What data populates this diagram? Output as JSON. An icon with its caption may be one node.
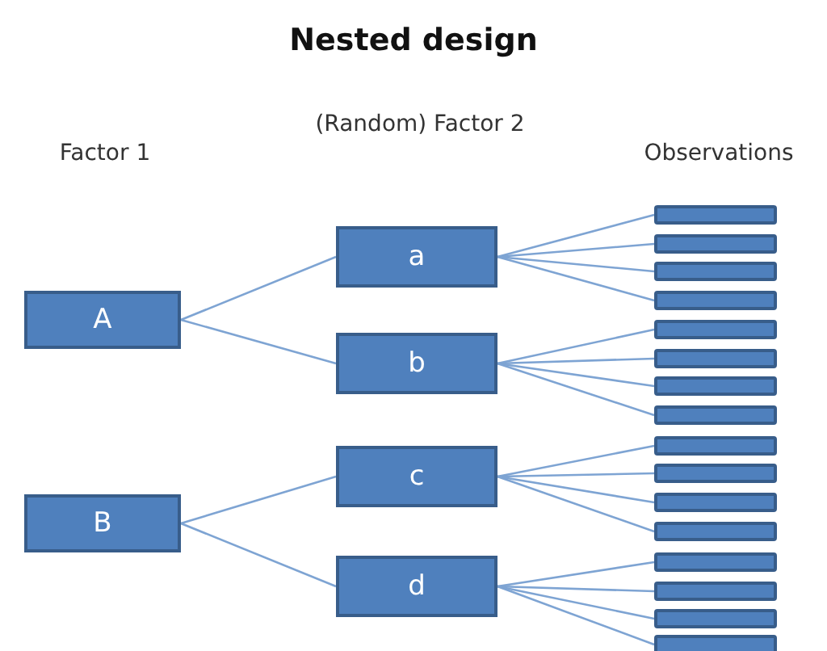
{
  "diagram": {
    "title": "Nested design",
    "nodes": [
      {
        "text": [
          "A"
        ]
      },
      {
        "text": [
          "B"
        ]
      },
      {
        "text": [
          "a"
        ]
      },
      {
        "text": [
          "b"
        ]
      },
      {
        "text": [
          "c"
        ]
      },
      {
        "text": [
          "d"
        ]
      },
      {
        "text": [],
        "shape": "bar"
      },
      {
        "text": [],
        "shape": "bar"
      },
      {
        "text": [],
        "shape": "bar"
      },
      {
        "text": [],
        "shape": "bar"
      },
      {
        "text": [],
        "shape": "bar"
      },
      {
        "text": [],
        "shape": "bar"
      },
      {
        "text": [],
        "shape": "bar"
      },
      {
        "text": [],
        "shape": "bar"
      },
      {
        "text": [],
        "shape": "bar"
      },
      {
        "text": [],
        "shape": "bar"
      },
      {
        "text": [],
        "shape": "bar"
      },
      {
        "text": [],
        "shape": "bar"
      },
      {
        "text": [],
        "shape": "bar"
      },
      {
        "text": [],
        "shape": "bar"
      },
      {
        "text": [],
        "shape": "bar"
      },
      {
        "text": [],
        "shape": "bar"
      }
    ],
    "edges": [
      {
        "from": 0,
        "to": 2,
        "arrow": "none"
      },
      {
        "from": 0,
        "to": 3,
        "arrow": "none"
      },
      {
        "from": 1,
        "to": 4,
        "arrow": "none"
      },
      {
        "from": 1,
        "to": 5,
        "arrow": "none"
      },
      {
        "from": 2,
        "to": 6,
        "arrow": "none"
      },
      {
        "from": 2,
        "to": 7,
        "arrow": "none"
      },
      {
        "from": 2,
        "to": 8,
        "arrow": "none"
      },
      {
        "from": 2,
        "to": 9,
        "arrow": "none"
      },
      {
        "from": 3,
        "to": 10,
        "arrow": "none"
      },
      {
        "from": 3,
        "to": 11,
        "arrow": "none"
      },
      {
        "from": 3,
        "to": 12,
        "arrow": "none"
      },
      {
        "from": 3,
        "to": 13,
        "arrow": "none"
      },
      {
        "from": 4,
        "to": 14,
        "arrow": "none"
      },
      {
        "from": 4,
        "to": 15,
        "arrow": "none"
      },
      {
        "from": 4,
        "to": 16,
        "arrow": "none"
      },
      {
        "from": 4,
        "to": 17,
        "arrow": "none"
      },
      {
        "from": 5,
        "to": 18,
        "arrow": "none"
      },
      {
        "from": 5,
        "to": 19,
        "arrow": "none"
      },
      {
        "from": 5,
        "to": 20,
        "arrow": "none"
      },
      {
        "from": 5,
        "to": 21,
        "arrow": "none"
      }
    ],
    "labels": [
      "Factor 1",
      "(Random) Factor 2",
      "Observations"
    ]
  }
}
